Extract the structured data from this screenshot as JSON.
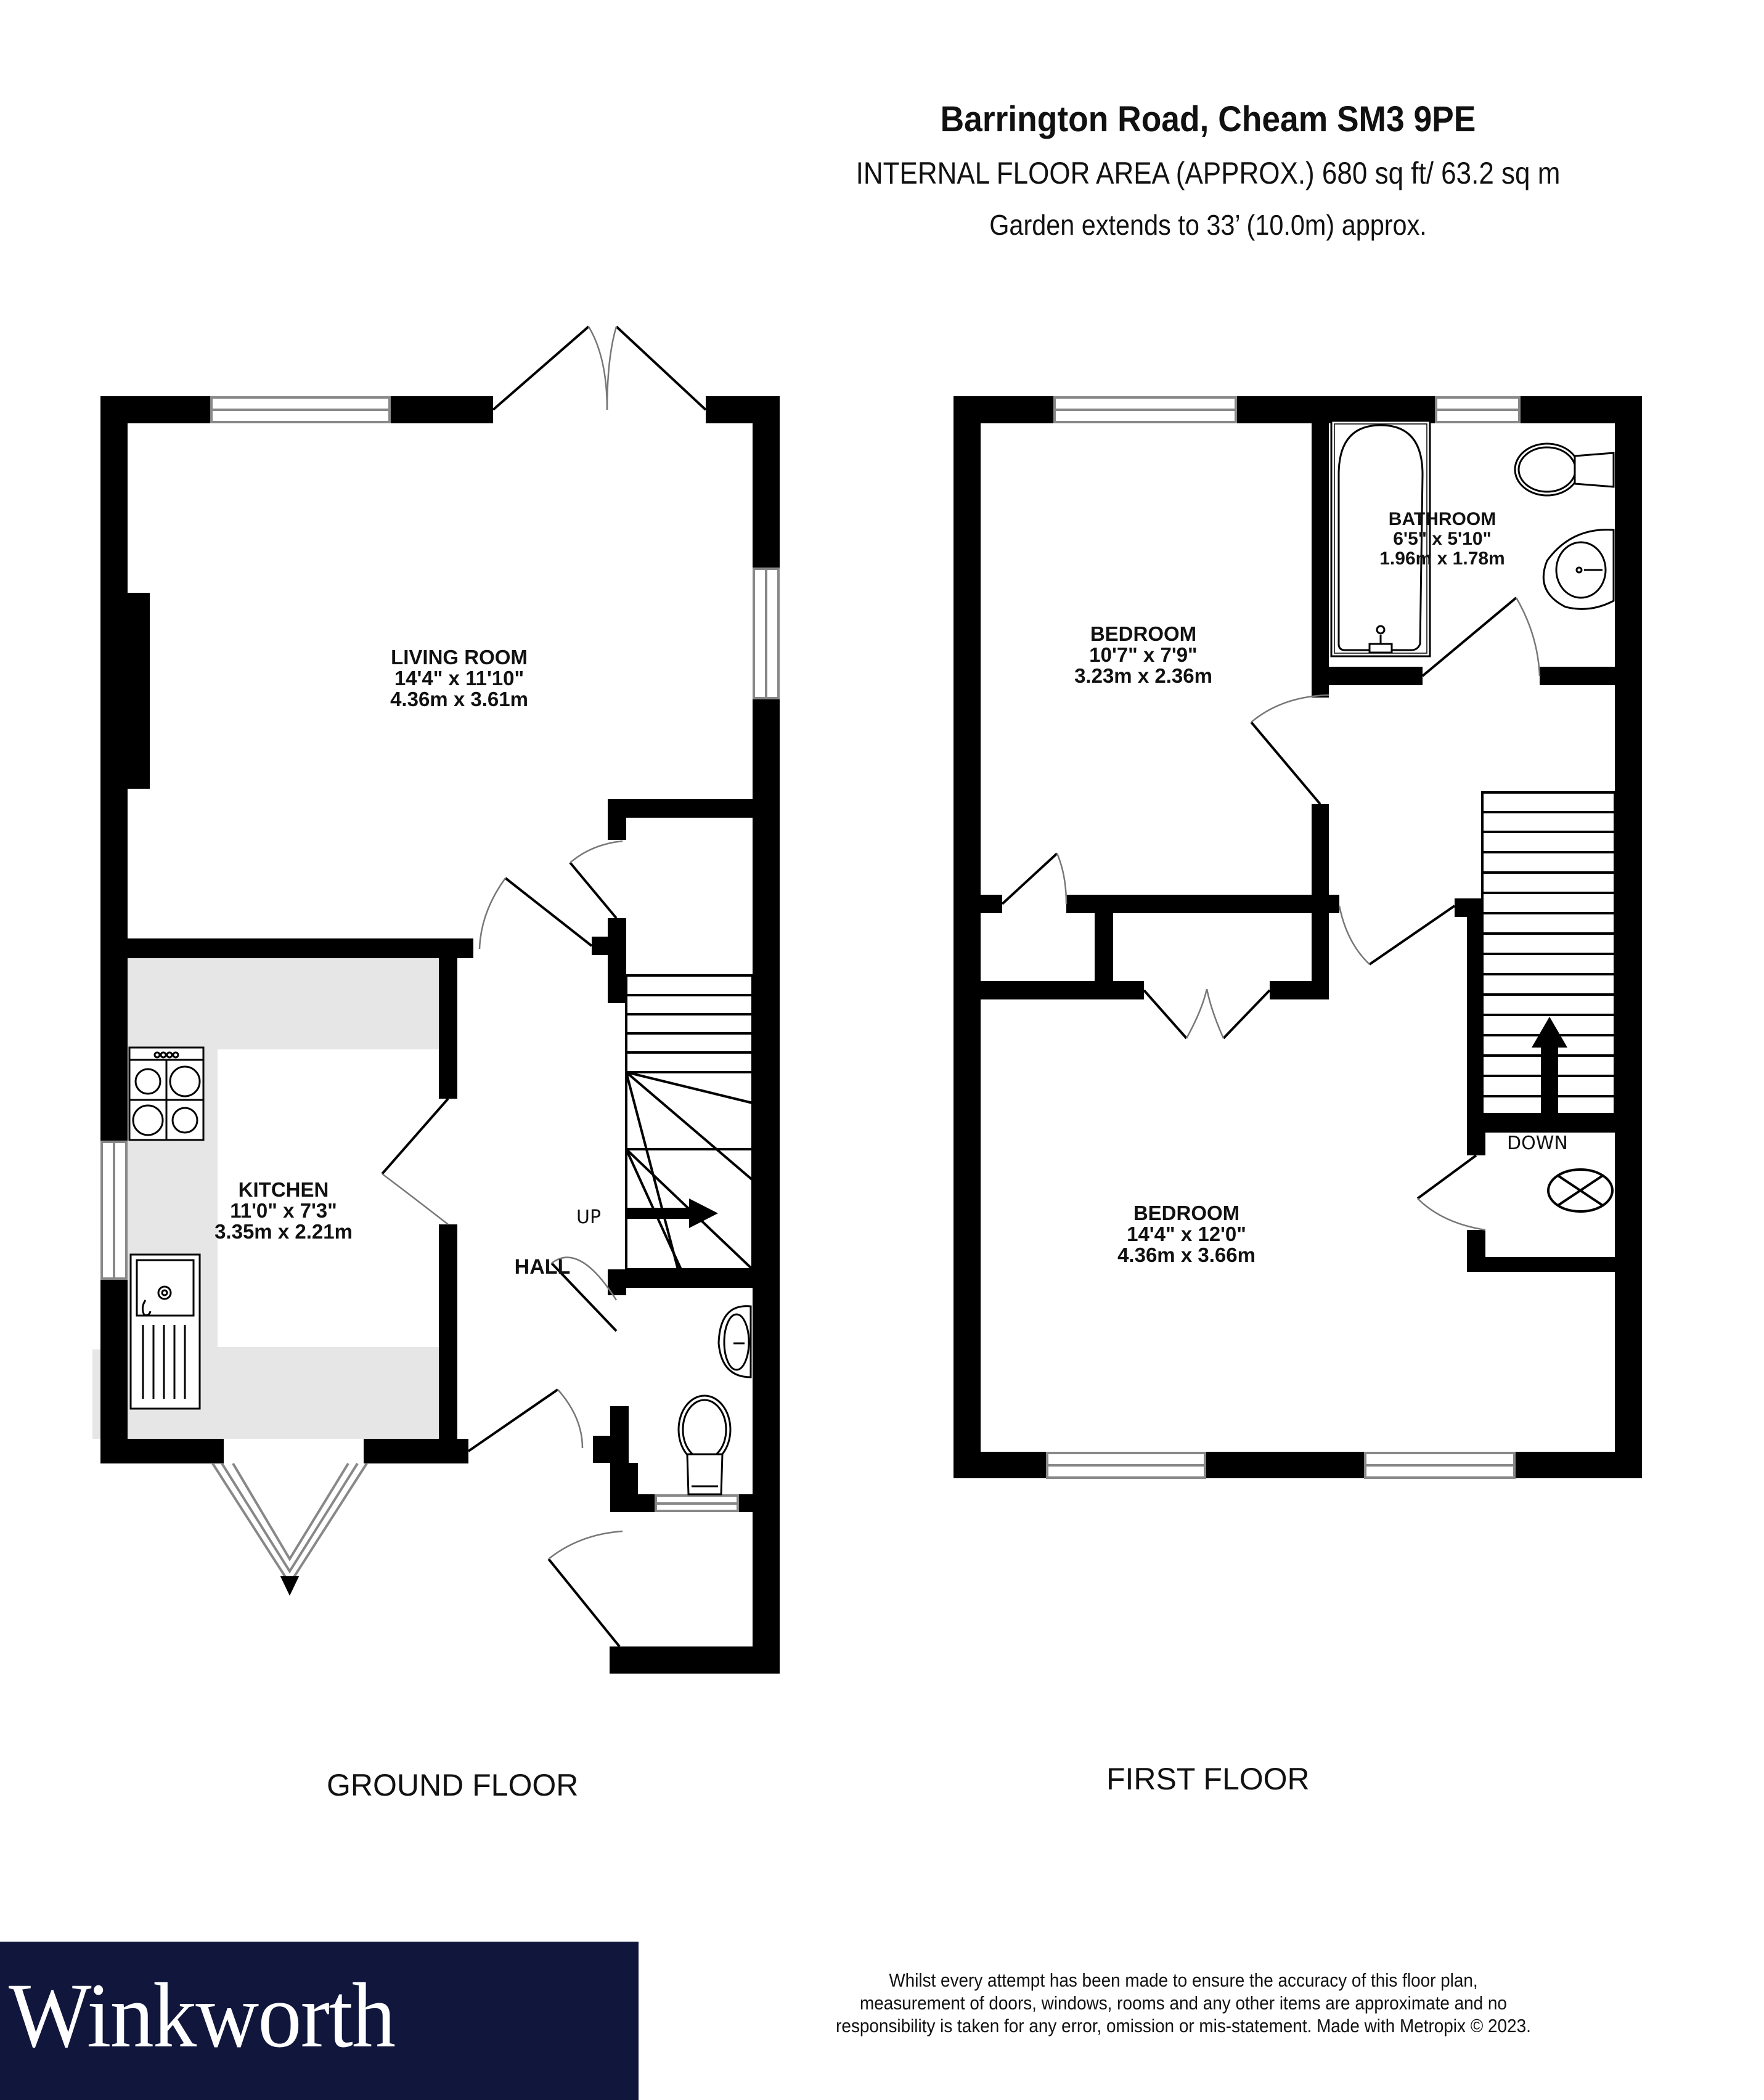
{
  "header": {
    "title": "Barrington Road, Cheam SM3 9PE",
    "floor_area": "INTERNAL FLOOR AREA (APPROX.) 680 sq ft/ 63.2 sq m",
    "garden": "Garden extends to 33’ (10.0m) approx."
  },
  "ground_floor": {
    "label": "GROUND FLOOR",
    "rooms": {
      "living_room": {
        "name": "LIVING ROOM",
        "imperial": "14'4\"  x 11'10\"",
        "metric": "4.36m  x 3.61m"
      },
      "kitchen": {
        "name": "KITCHEN",
        "imperial": "11'0\"  x 7'3\"",
        "metric": "3.35m  x 2.21m"
      },
      "hall": {
        "name": "HALL"
      }
    },
    "stairs_label": "UP"
  },
  "first_floor": {
    "label": "FIRST FLOOR",
    "rooms": {
      "bedroom_small": {
        "name": "BEDROOM",
        "imperial": "10'7\"  x 7'9\"",
        "metric": "3.23m  x 2.36m"
      },
      "bathroom": {
        "name": "BATHROOM",
        "imperial": "6'5\"  x 5'10\"",
        "metric": "1.96m  x 1.78m"
      },
      "bedroom_main": {
        "name": "BEDROOM",
        "imperial": "14'4\"  x 12'0\"",
        "metric": "4.36m  x 3.66m"
      }
    },
    "stairs_label": "DOWN"
  },
  "footer": {
    "brand": "Winkworth",
    "brand_color": "#10163c",
    "disclaimer_lines": [
      "Whilst every attempt has been made to ensure the accuracy of this floor plan,",
      "measurement of doors, windows, rooms and any other items are approximate and no",
      "responsibility is taken for any error, omission or mis-statement. Made with Metropix © 2023."
    ]
  },
  "colors": {
    "wall": "#000000",
    "worktop": "#e6e6e6",
    "window": "#888888",
    "background": "#ffffff"
  }
}
